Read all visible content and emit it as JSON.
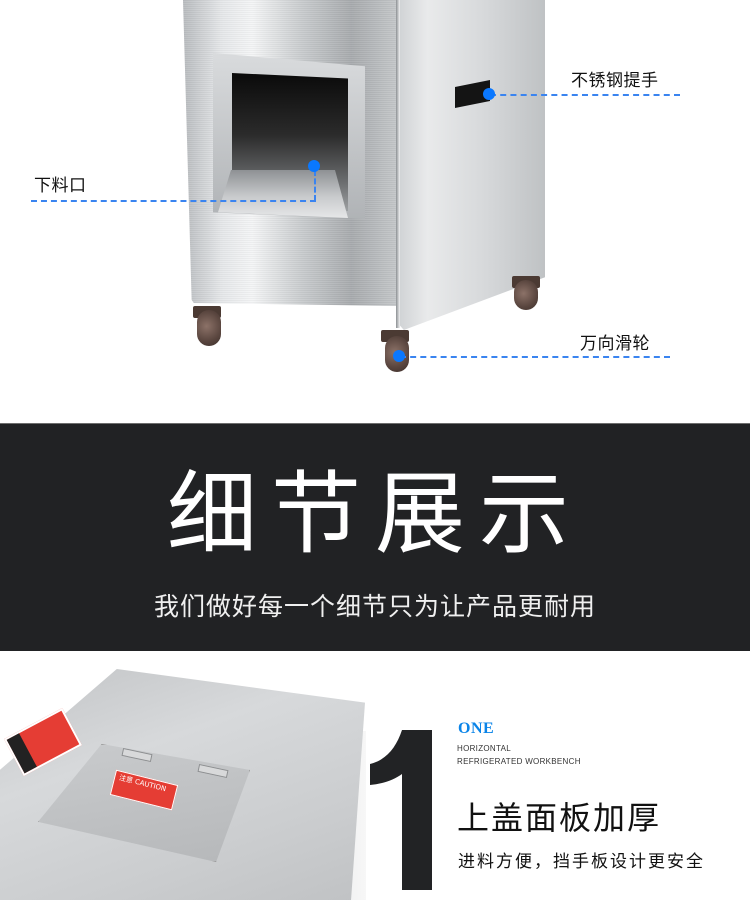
{
  "overview": {
    "callouts": [
      {
        "id": "discharge-port",
        "label": "下料口"
      },
      {
        "id": "handle",
        "label": "不锈钢提手"
      },
      {
        "id": "casters",
        "label": "万向滑轮"
      }
    ],
    "colors": {
      "callout_dot": "#0a78ff",
      "callout_line": "#3a84f0"
    }
  },
  "banner": {
    "title": "细节展示",
    "subtitle": "我们做好每一个细节只为让产品更耐用",
    "background": "#212224"
  },
  "detail": {
    "number": "1",
    "ordinal": "ONE",
    "en_line1": "HORIZONTAL",
    "en_line2": "REFRIGERATED WORKBENCH",
    "title": "上盖面板加厚",
    "description": "进料方便，挡手板设计更安全",
    "caution_sticker": "注意 CAUTION",
    "accent_color": "#0a84e8"
  }
}
